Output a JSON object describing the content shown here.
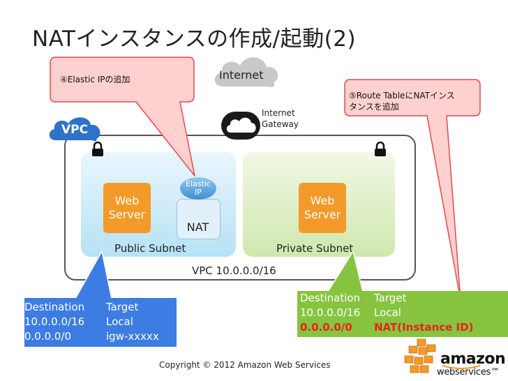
{
  "title": "NATインスタンスの作成/起動(2)",
  "internet": {
    "label": "Internet"
  },
  "igw": {
    "label": "Internet\nGateway"
  },
  "vpc": {
    "badge": "VPC",
    "cidr_label": "VPC 10.0.0.0/16"
  },
  "public_subnet": {
    "label": "Public Subnet",
    "web_server": "Web\nServer"
  },
  "private_subnet": {
    "label": "Private Subnet",
    "web_server": "Web\nServer"
  },
  "elastic_ip": {
    "label": "Elastic\nIP"
  },
  "nat": {
    "label": "NAT"
  },
  "callouts": {
    "step4": "④Elastic IPの追加",
    "step5_line1": "⑤Route TableにNATインス",
    "step5_line2": "タンスを追加"
  },
  "route_table_public": {
    "headers": [
      "Destination",
      "Target"
    ],
    "rows": [
      [
        "10.0.0.0/16",
        "Local"
      ],
      [
        "0.0.0.0/0",
        "igw-xxxxx"
      ]
    ]
  },
  "route_table_private": {
    "headers": [
      "Destination",
      "Target"
    ],
    "rows": [
      [
        "10.0.0.0/16",
        "Local"
      ],
      [
        "0.0.0.0/0",
        "NAT(Instance ID)"
      ]
    ],
    "highlight_color": "#e8231a"
  },
  "footer": {
    "copyright": "Copyright © 2012 Amazon Web Services"
  },
  "logo": {
    "amazon": "amazon",
    "web_services": "webservices™"
  },
  "colors": {
    "callout_fill": "#ffd0d0",
    "callout_stroke": "#e24b4b",
    "web_server": "#f49a2a",
    "public_table": "#3d7ce2",
    "private_table": "#86c440",
    "cloud_gray": "#c8c8c8"
  }
}
